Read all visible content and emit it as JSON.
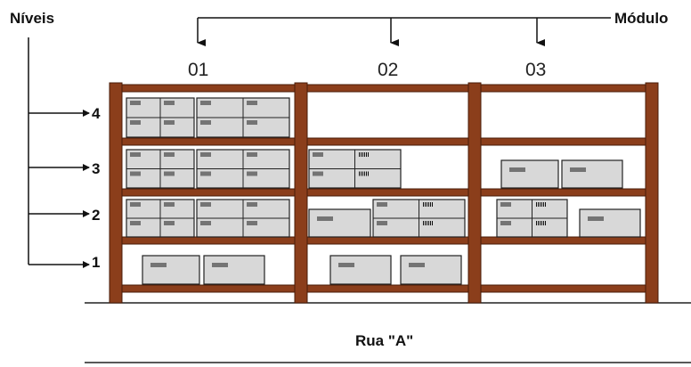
{
  "levels_title": "Níveis",
  "module_title": "Módulo",
  "street_label": "Rua \"A\"",
  "modules": [
    {
      "label": "01"
    },
    {
      "label": "02"
    },
    {
      "label": "03"
    }
  ],
  "levels": [
    {
      "label": "4"
    },
    {
      "label": "3"
    },
    {
      "label": "2"
    },
    {
      "label": "1"
    }
  ],
  "colors": {
    "rack_wood": "#8b3e1b",
    "rack_dark": "#4a1c08",
    "box_fill": "#d8d8d8",
    "box_border": "#222222",
    "line": "#111111"
  }
}
